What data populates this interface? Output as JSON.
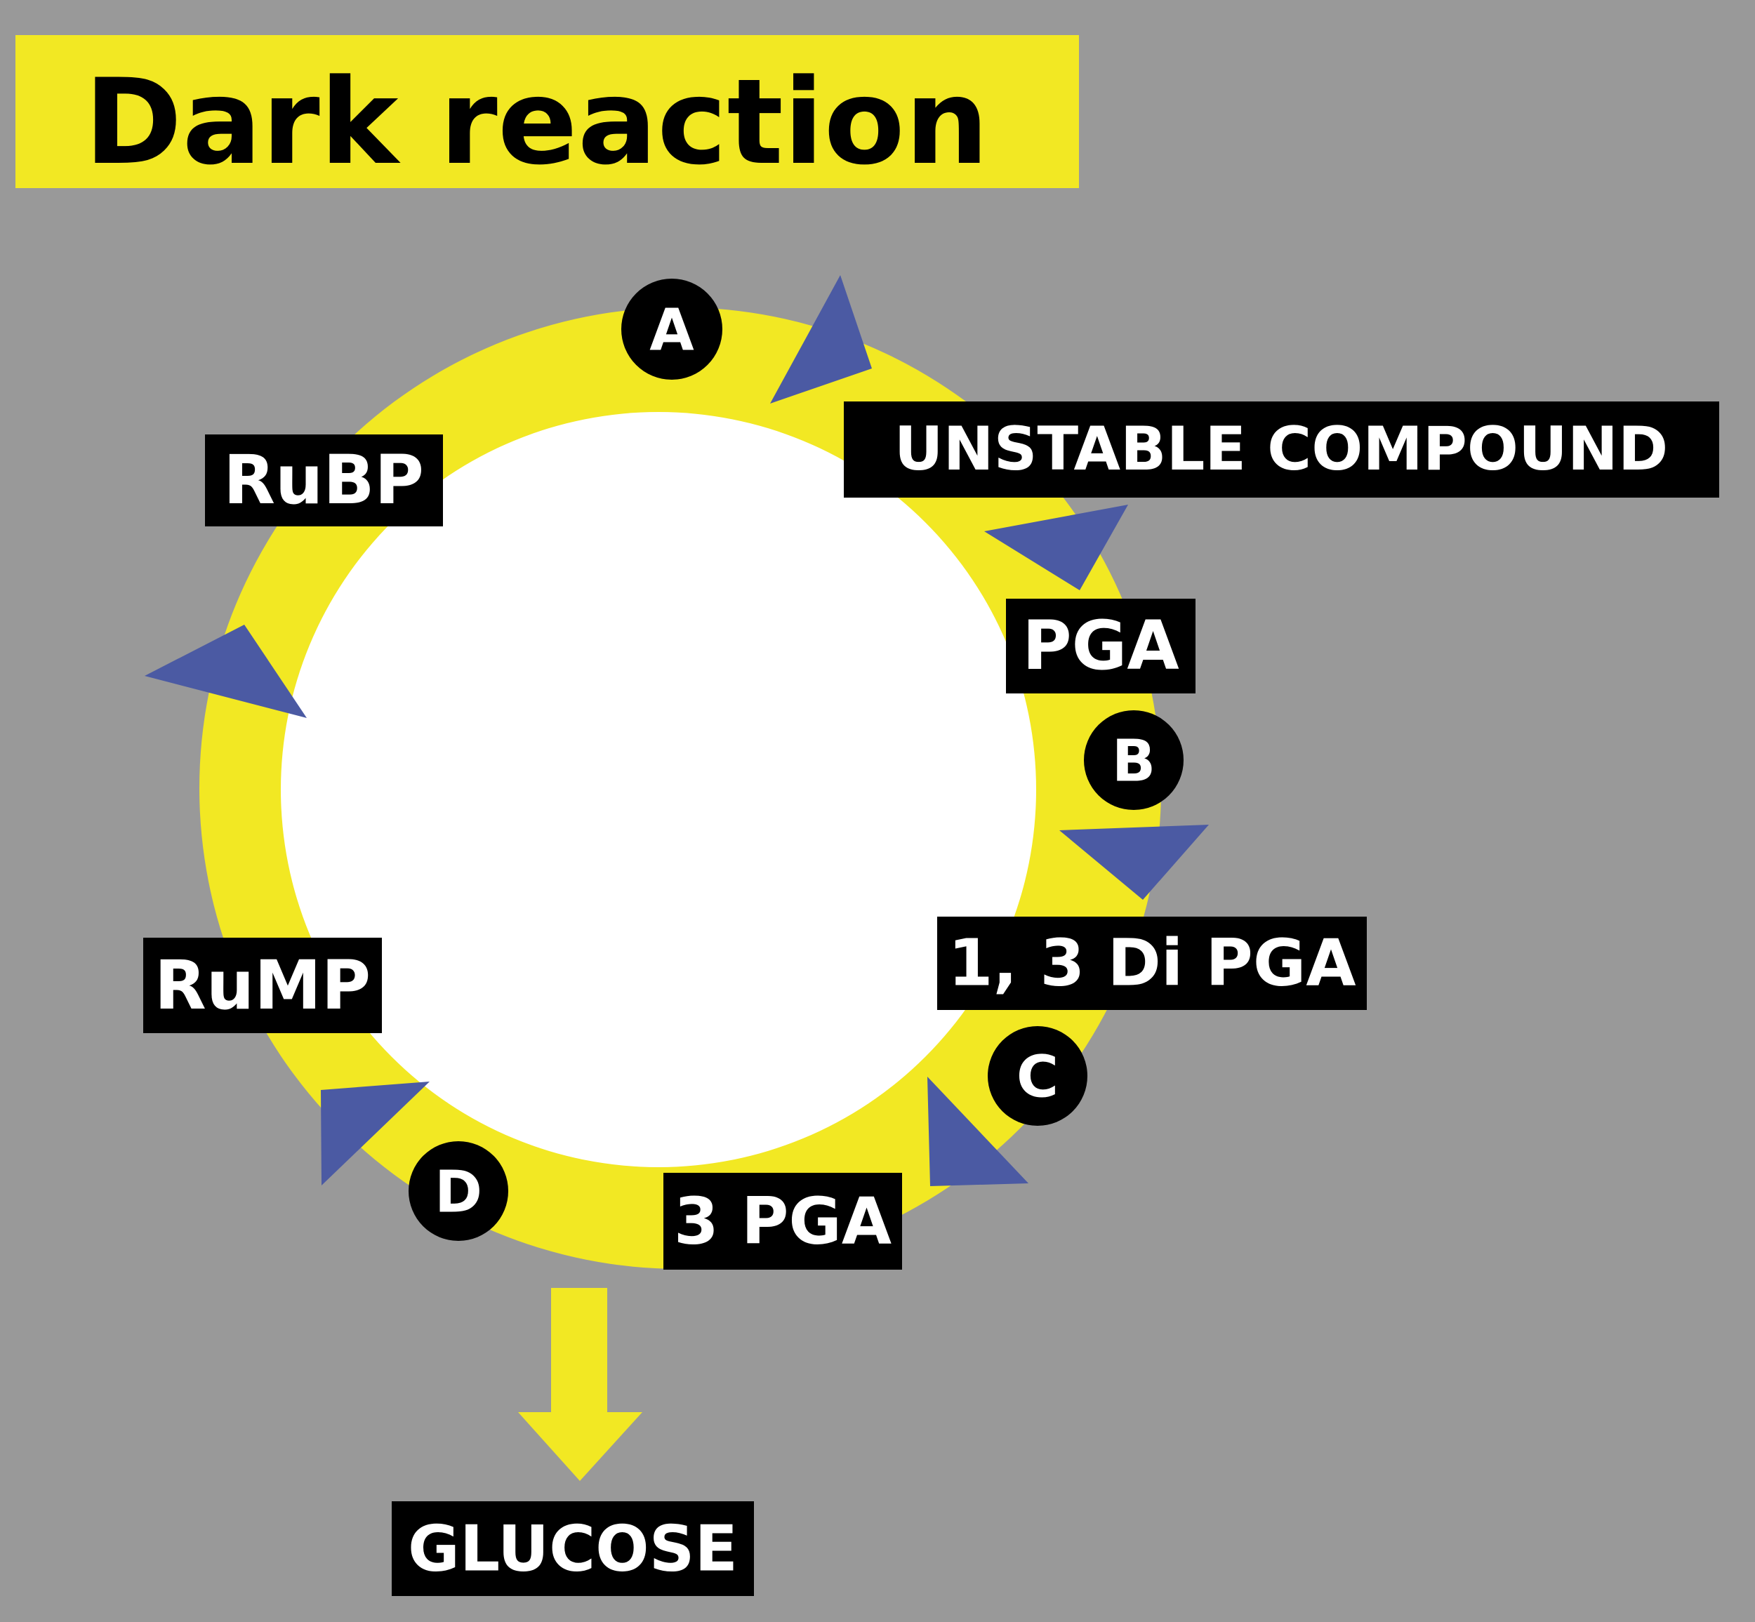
{
  "title": "Dark reaction",
  "compounds": {
    "rubp": "RuBP",
    "unstable": "UNSTABLE COMPOUND",
    "pga": "PGA",
    "di_pga": "1, 3 Di PGA",
    "three_pga": "3 PGA",
    "rump": "RuMP",
    "glucose": "GLUCOSE"
  },
  "steps": {
    "a": "A",
    "b": "B",
    "c": "C",
    "d": "D"
  },
  "colors": {
    "background": "#999999",
    "ring": "#F2E823",
    "arrowhead": "#4B5AA3",
    "label_box": "#000000",
    "label_text": "#FFFFFF"
  }
}
